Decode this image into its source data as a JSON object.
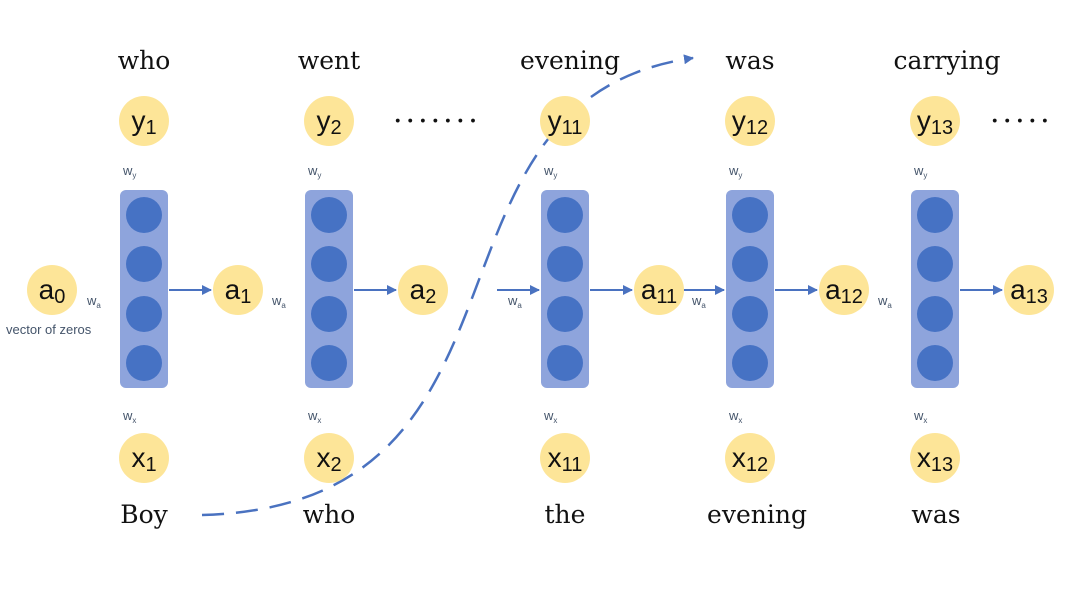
{
  "columns": [
    {
      "id": "t1",
      "top_word": "who",
      "bottom_word": "Boy",
      "y_base": "y",
      "y_sub": "1",
      "x_base": "x",
      "x_sub": "1",
      "a_base": "a",
      "a_sub": "1",
      "wy": {
        "base": "w",
        "sub": "y"
      },
      "wa": {
        "base": "w",
        "sub": "a"
      },
      "wx": {
        "base": "w",
        "sub": "x"
      }
    },
    {
      "id": "t2",
      "top_word": "went",
      "bottom_word": "who",
      "y_base": "y",
      "y_sub": "2",
      "x_base": "x",
      "x_sub": "2",
      "a_base": "a",
      "a_sub": "2",
      "wy": {
        "base": "w",
        "sub": "y"
      },
      "wa": {
        "base": "w",
        "sub": "a"
      },
      "wx": {
        "base": "w",
        "sub": "x"
      }
    },
    {
      "id": "t11",
      "top_word": "evening",
      "bottom_word": "the",
      "y_base": "y",
      "y_sub": "11",
      "x_base": "x",
      "x_sub": "11",
      "a_base": "a",
      "a_sub": "11",
      "wy": {
        "base": "w",
        "sub": "y"
      },
      "wa": {
        "base": "w",
        "sub": "a"
      },
      "wx": {
        "base": "w",
        "sub": "x"
      }
    },
    {
      "id": "t12",
      "top_word": "was",
      "bottom_word": "evening",
      "y_base": "y",
      "y_sub": "12",
      "x_base": "x",
      "x_sub": "12",
      "a_base": "a",
      "a_sub": "12",
      "wy": {
        "base": "w",
        "sub": "y"
      },
      "wa": {
        "base": "w",
        "sub": "a"
      },
      "wx": {
        "base": "w",
        "sub": "x"
      }
    },
    {
      "id": "t13",
      "top_word": "carrying",
      "bottom_word": "was",
      "y_base": "y",
      "y_sub": "13",
      "x_base": "x",
      "x_sub": "13",
      "a_base": "a",
      "a_sub": "13",
      "wy": {
        "base": "w",
        "sub": "y"
      },
      "wa": {
        "base": "w",
        "sub": "a"
      },
      "wx": {
        "base": "w",
        "sub": "x"
      }
    }
  ],
  "initial_state": {
    "base": "a",
    "sub": "0",
    "note": "vector of zeros"
  },
  "ellipses": [
    "·······",
    "·····"
  ],
  "colors": {
    "node_fill": "#fde598",
    "cell_fill": "#8ea4dc",
    "unit_fill": "#4672c4",
    "arrow": "#4a72c0",
    "weight_text": "#44546a"
  }
}
